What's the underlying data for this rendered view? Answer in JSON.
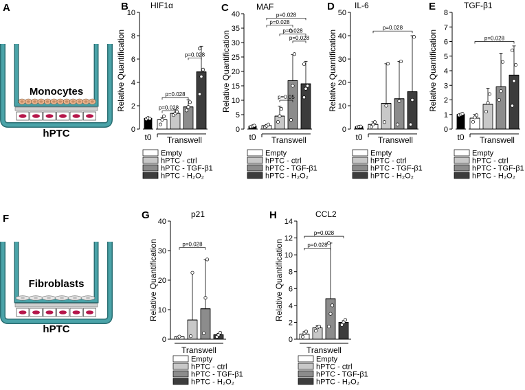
{
  "panel_letters": [
    "A",
    "B",
    "C",
    "D",
    "E",
    "F",
    "G",
    "H"
  ],
  "schematics": [
    {
      "letter": "A",
      "cell_label": "Monocytes",
      "base_label": "hPTC"
    },
    {
      "letter": "F",
      "cell_label": "Fibroblasts",
      "base_label": "hPTC"
    }
  ],
  "legend": [
    "Empty",
    "hPTC - ctrl",
    "hPTC - TGF-β1",
    "hPTC - H₂O₂"
  ],
  "colors": {
    "t0": "#000000",
    "Empty": "#ffffff",
    "hPTC - ctrl": "#c8c8c8",
    "hPTC - TGF-β1": "#8c8c8c",
    "hPTC - H₂O₂": "#3c3c3c",
    "schematic_teal": "#4aa3a8",
    "cell_red": "#b5164a",
    "monocyte": "#e9b48f"
  },
  "chart_data": [
    {
      "letter": "B",
      "type": "bar",
      "title": "HIF1α",
      "ylabel": "Relative Quantification",
      "ylim": [
        0,
        10
      ],
      "yticks": [
        0,
        2,
        4,
        6,
        8,
        10
      ],
      "categories": [
        "t0",
        "Empty",
        "hPTC - ctrl",
        "hPTC - TGF-β1",
        "hPTC - H₂O₂"
      ],
      "x_group_labels": [
        "t0",
        "Transwell"
      ],
      "values": [
        0.92,
        0.8,
        1.35,
        1.9,
        4.9
      ],
      "err_high": [
        1.0,
        1.0,
        1.7,
        2.5,
        7.1
      ],
      "points": [
        [
          0.85,
          0.95,
          0.9
        ],
        [
          0.4,
          0.8,
          1.1
        ],
        [
          1.2,
          1.35,
          1.5
        ],
        [
          1.6,
          1.9,
          2.3
        ],
        [
          3.0,
          4.5,
          5.1,
          6.9
        ]
      ],
      "annotations": [
        "p=0.028",
        "p=0.028",
        "p=0.028"
      ]
    },
    {
      "letter": "C",
      "type": "bar",
      "title": "MAF",
      "ylabel": "Relative Quantification",
      "ylim": [
        0,
        40
      ],
      "yticks": [
        0,
        5,
        10,
        15,
        20,
        25,
        30,
        35,
        40
      ],
      "categories": [
        "t0",
        "Empty",
        "hPTC - ctrl",
        "hPTC - TGF-β1",
        "hPTC - H₂O₂"
      ],
      "x_group_labels": [
        "t0",
        "Transwell"
      ],
      "values": [
        1.0,
        1.2,
        4.5,
        16.8,
        15.7
      ],
      "err_high": [
        1.1,
        1.6,
        8.0,
        25.8,
        23.5
      ],
      "points": [
        [
          0.8,
          1.0,
          1.2
        ],
        [
          0.6,
          1.1,
          1.6
        ],
        [
          2.5,
          4.5,
          7.0
        ],
        [
          3.2,
          15.0,
          26.0,
          34.0
        ],
        [
          11.0,
          14.0,
          15.0,
          22.5
        ]
      ],
      "annotations": [
        "p=0.05",
        "p=0.028",
        "p=0.028",
        "p=0.028",
        "p=0.028"
      ]
    },
    {
      "letter": "D",
      "type": "bar",
      "title": "IL-6",
      "ylabel": "Relative Quantification",
      "ylim": [
        0,
        50
      ],
      "yticks": [
        0,
        10,
        20,
        30,
        40,
        50
      ],
      "categories": [
        "t0",
        "Empty",
        "hPTC - ctrl",
        "hPTC - TGF-β1",
        "hPTC - H₂O₂"
      ],
      "x_group_labels": [
        "t0",
        "Transwell"
      ],
      "values": [
        1.0,
        2.0,
        11.0,
        13.0,
        16.0
      ],
      "err_high": [
        1.2,
        3.2,
        28.0,
        29.0,
        40.0
      ],
      "points": [
        [
          0.8,
          1.0,
          1.1
        ],
        [
          1.0,
          2.0,
          3.0
        ],
        [
          3.0,
          10.0,
          28.0
        ],
        [
          2.0,
          12.0,
          29.0
        ],
        [
          2.0,
          12.5,
          39.5
        ]
      ],
      "annotations": [
        "p=0.028"
      ]
    },
    {
      "letter": "E",
      "type": "bar",
      "title": "TGF-β1",
      "ylabel": "Relative Quantification",
      "ylim": [
        0,
        8
      ],
      "yticks": [
        0,
        1,
        2,
        3,
        4,
        5,
        6,
        7,
        8
      ],
      "categories": [
        "t0",
        "Empty",
        "hPTC - ctrl",
        "hPTC - TGF-β1",
        "hPTC - H₂O₂"
      ],
      "x_group_labels": [
        "t0",
        "Transwell"
      ],
      "values": [
        1.0,
        0.75,
        1.7,
        2.9,
        3.7
      ],
      "err_high": [
        1.05,
        1.0,
        2.8,
        5.2,
        5.7
      ],
      "points": [
        [
          0.95,
          1.0,
          1.05
        ],
        [
          0.5,
          0.8,
          0.95
        ],
        [
          1.2,
          1.8,
          2.4
        ],
        [
          2.0,
          2.6,
          4.6
        ],
        [
          1.6,
          3.3,
          4.4,
          5.4
        ]
      ],
      "annotations": [
        "p=0.028"
      ]
    },
    {
      "letter": "G",
      "type": "bar",
      "title": "p21",
      "ylabel": "Relative Quantification",
      "ylim": [
        0,
        40
      ],
      "yticks": [
        0,
        10,
        20,
        30,
        40
      ],
      "categories": [
        "Empty",
        "hPTC - ctrl",
        "hPTC - TGF-β1",
        "hPTC - H₂O₂"
      ],
      "x_group_labels": [
        "Transwell"
      ],
      "values": [
        0.8,
        6.5,
        10.3,
        1.5
      ],
      "err_high": [
        1.0,
        22.5,
        27.0,
        2.0
      ],
      "points": [
        [
          0.6,
          0.9
        ],
        [
          1.0,
          22.5
        ],
        [
          2.0,
          14.0,
          27.0
        ],
        [
          0.8,
          1.5,
          2.2
        ]
      ],
      "annotations": [
        "p=0.028"
      ]
    },
    {
      "letter": "H",
      "type": "bar",
      "title": "CCL2",
      "ylabel": "Relative Quantification",
      "ylim": [
        0,
        14
      ],
      "yticks": [
        0,
        2,
        4,
        6,
        8,
        10,
        12,
        14
      ],
      "categories": [
        "Empty",
        "hPTC - ctrl",
        "hPTC - TGF-β1",
        "hPTC - H₂O₂"
      ],
      "x_group_labels": [
        "Transwell"
      ],
      "values": [
        0.6,
        1.35,
        4.8,
        2.0
      ],
      "err_high": [
        0.9,
        1.6,
        11.4,
        2.2
      ],
      "points": [
        [
          0.3,
          0.7,
          0.9
        ],
        [
          1.0,
          1.4,
          1.5
        ],
        [
          1.5,
          3.0,
          4.0,
          11.4
        ],
        [
          1.7,
          2.0,
          2.3
        ]
      ],
      "annotations": [
        "p=0.028",
        "p=0.028"
      ]
    }
  ]
}
